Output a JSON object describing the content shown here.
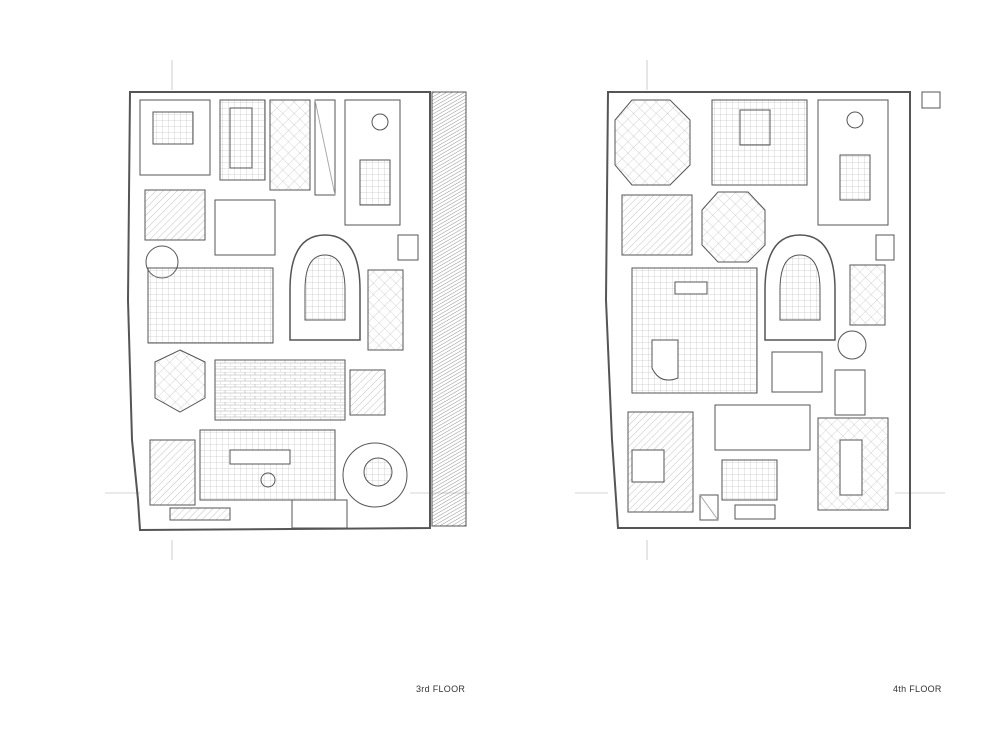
{
  "plans": [
    {
      "id": "third-floor",
      "label": "3rd FLOOR"
    },
    {
      "id": "fourth-floor",
      "label": "4th FLOOR"
    }
  ],
  "colors": {
    "line": "#555555",
    "light": "#9a9a9a",
    "hatch": "#7a7a7a",
    "background": "#ffffff"
  }
}
